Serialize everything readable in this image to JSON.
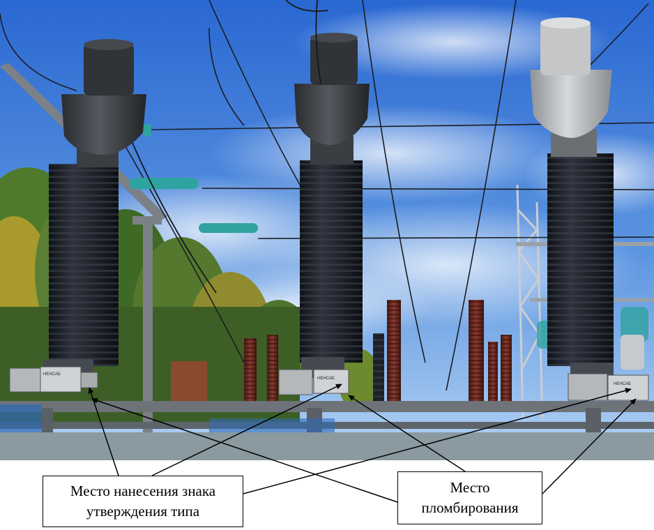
{
  "labels": {
    "type_approval_line1": "Место нанесения знака",
    "type_approval_line2": "утверждения типа",
    "sealing_line1": "Место",
    "sealing_line2": "пломбирования"
  },
  "device_plates": {
    "left_plate_text": "НЕНСАБ",
    "middle_plate_text": "НЕНСАБ",
    "right_plate_text": "НЕНСАБ"
  },
  "colors": {
    "sky_top": "#2f6fd6",
    "sky_bottom": "#a9cdf2",
    "insulator": "#1c1f27",
    "insulator_rib": "#2c313b",
    "head_cap": "#3a3d42",
    "right_head": "#b5b8bb",
    "steel": "#7b8187",
    "tree_green": "#4f7a2c",
    "tree_yellow": "#b3a12d",
    "brown_insulator": "#6b2a22",
    "glass_insulator": "#2fa3a0",
    "ground": "#8a9aa0"
  }
}
